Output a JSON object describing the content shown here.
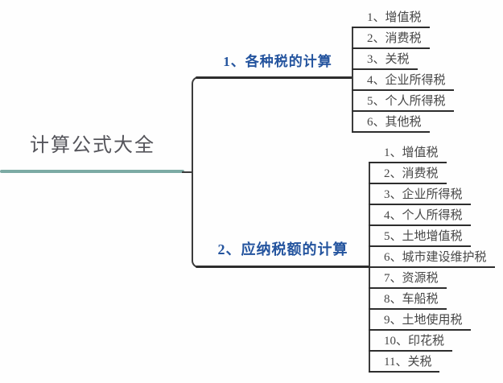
{
  "root": {
    "label": "计算公式大全"
  },
  "branches": [
    {
      "label": "1、各种税的计算",
      "children": [
        "1、增值税",
        "2、消费税",
        "3、关税",
        "4、企业所得税",
        "5、个人所得税",
        "6、其他税"
      ]
    },
    {
      "label": "2、应纳税额的计算",
      "children": [
        "1、增值税",
        "2、消费税",
        "3、企业所得税",
        "4、个人所得税",
        "5、土地增值税",
        "6、城市建设维护税",
        "7、资源税",
        "8、车船税",
        "9、土地使用税",
        "10、印花税",
        "11、关税"
      ]
    }
  ],
  "colors": {
    "blue": "#24549e",
    "teal": "#7caaa4",
    "line": "#3c3c3c",
    "line_strong": "#2d2d2d",
    "root_text": "#54545a",
    "leaf_text": "#474747"
  }
}
